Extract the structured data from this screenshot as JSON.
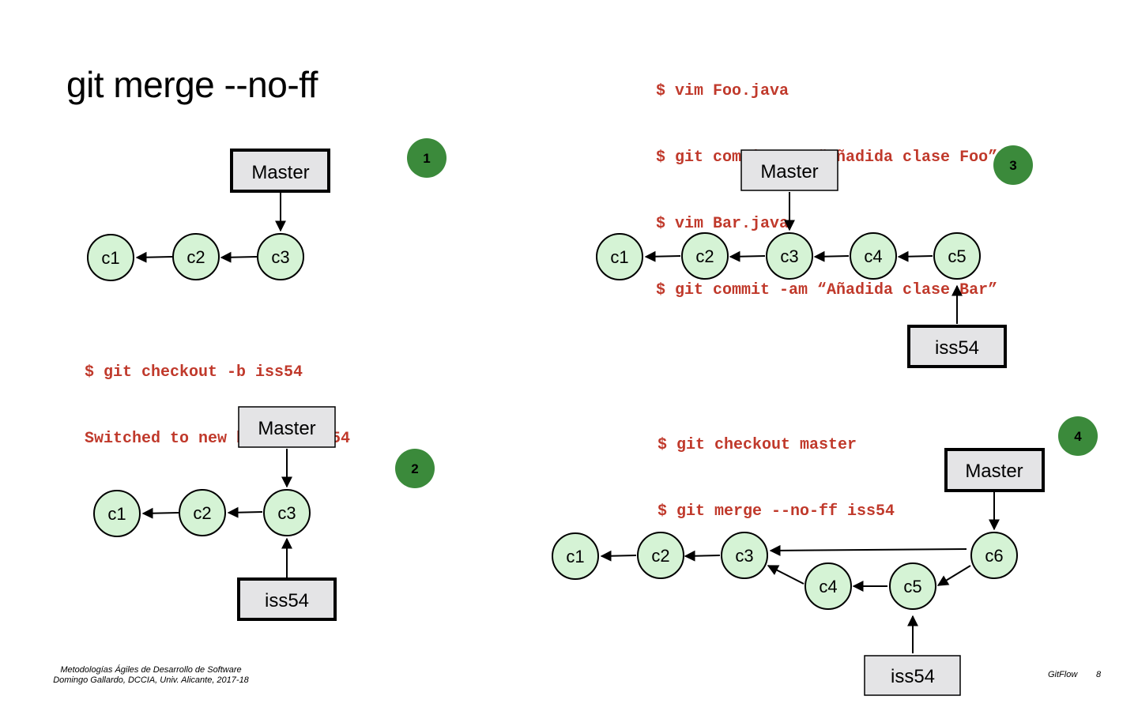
{
  "title": "git merge --no-ff",
  "colors": {
    "node_fill": "#d5f3d5",
    "step_badge": "#3b8a3b",
    "command_text": "#c0392b"
  },
  "panel1": {
    "step": "1",
    "master": "Master",
    "nodes": [
      "c1",
      "c2",
      "c3"
    ],
    "commands": [
      "$ git checkout -b iss54",
      "Switched to new branch iss54"
    ]
  },
  "panel2": {
    "step": "2",
    "master": "Master",
    "branch": "iss54",
    "nodes": [
      "c1",
      "c2",
      "c3"
    ]
  },
  "panel3": {
    "step": "3",
    "commands": [
      "$ vim Foo.java",
      "$ git commit -am “Añadida clase Foo”",
      "$ vim Bar.java",
      "$ git commit -am “Añadida clase Bar”"
    ],
    "master": "Master",
    "branch": "iss54",
    "nodes": [
      "c1",
      "c2",
      "c3",
      "c4",
      "c5"
    ]
  },
  "panel4": {
    "step": "4",
    "commands": [
      "$ git checkout master",
      "$ git merge --no-ff iss54"
    ],
    "master": "Master",
    "branch": "iss54",
    "nodes": [
      "c1",
      "c2",
      "c3",
      "c4",
      "c5",
      "c6"
    ]
  },
  "footer": {
    "course": "Metodologías Ágiles de Desarrollo de Software",
    "author": "Domingo Gallardo, DCCIA, Univ. Alicante, 2017-18",
    "section": "GitFlow",
    "page": "8"
  }
}
